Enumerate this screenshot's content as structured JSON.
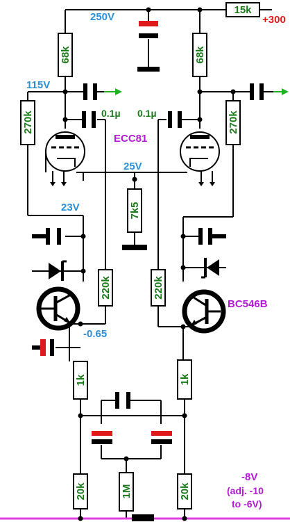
{
  "colors": {
    "wire": "#000000",
    "resistor_text": "#1a7a1a",
    "voltage_blue": "#2b8fd6",
    "label_purple": "#b31ad6",
    "supply_red": "#e01a1a",
    "neg_rail": "#e040e0",
    "cap_red": "#e01a1a",
    "arrow_green": "#22b022"
  },
  "voltages": {
    "v250": "250V",
    "v115": "115V",
    "v25": "25V",
    "v23": "23V",
    "vbe": "-0.65",
    "supply": "+300",
    "neg_supply": "-8V",
    "neg_adj_1": "(adj. -10",
    "neg_adj_2": "to -6V)"
  },
  "parts": {
    "tube": "ECC81",
    "transistor": "BC546B",
    "cap_left": "0.1µ",
    "cap_right": "0.1µ"
  },
  "resistors": {
    "r_supply": "15k",
    "r_plate_left": "68k",
    "r_plate_right": "68k",
    "r_fb_left": "270k",
    "r_fb_right": "270k",
    "r_cathode": "7k5",
    "r_grid_left": "220k",
    "r_grid_right": "220k",
    "r_emit_left": "1k",
    "r_emit_right": "1k",
    "r_bot_left": "20k",
    "r_bot_mid": "1M",
    "r_bot_right": "20k"
  }
}
